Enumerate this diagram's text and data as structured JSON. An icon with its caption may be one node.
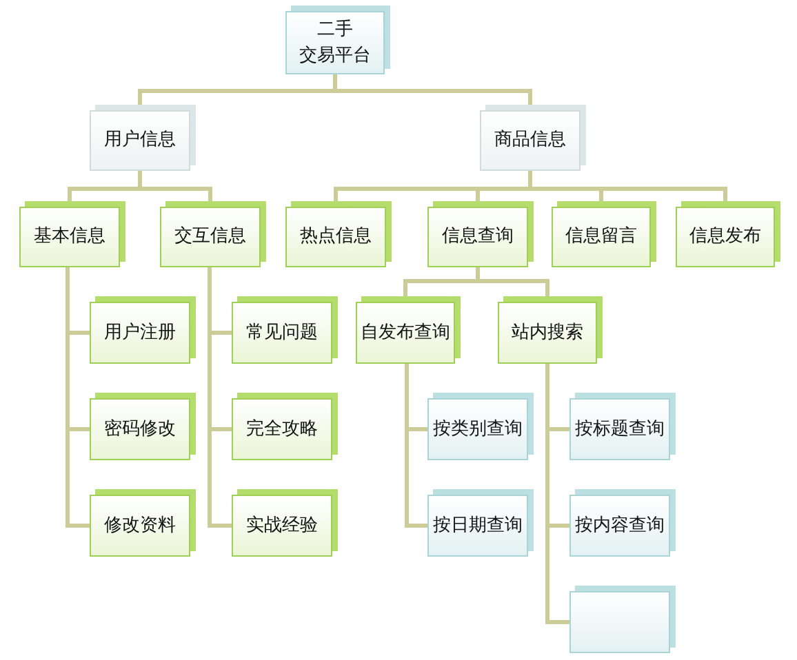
{
  "diagram": {
    "nodes": [
      {
        "text": [
          "二手",
          "交易平台"
        ]
      },
      {
        "text": [
          "用户信息"
        ]
      },
      {
        "text": [
          "商品信息"
        ]
      },
      {
        "text": [
          "基本信息"
        ]
      },
      {
        "text": [
          "交互信息"
        ]
      },
      {
        "text": [
          "热点信息"
        ]
      },
      {
        "text": [
          "信息查询"
        ]
      },
      {
        "text": [
          "信息留言"
        ]
      },
      {
        "text": [
          "信息发布"
        ]
      },
      {
        "text": [
          "用户注册"
        ]
      },
      {
        "text": [
          "密码修改"
        ]
      },
      {
        "text": [
          "修改资料"
        ]
      },
      {
        "text": [
          "常见问题"
        ]
      },
      {
        "text": [
          "完全攻略"
        ]
      },
      {
        "text": [
          "实战经验"
        ]
      },
      {
        "text": [
          "自发布查询"
        ]
      },
      {
        "text": [
          "站内搜索"
        ]
      },
      {
        "text": [
          "按类别查询"
        ]
      },
      {
        "text": [
          "按日期查询"
        ]
      },
      {
        "text": [
          "按标题查询"
        ]
      },
      {
        "text": [
          "按内容查询"
        ]
      },
      {
        "text": [],
        "shape": "box"
      }
    ],
    "edges": [
      {
        "from": 0,
        "to": 1,
        "arrow": "none"
      },
      {
        "from": 0,
        "to": 2,
        "arrow": "none"
      },
      {
        "from": 1,
        "to": 3,
        "arrow": "none"
      },
      {
        "from": 1,
        "to": 4,
        "arrow": "none"
      },
      {
        "from": 2,
        "to": 5,
        "arrow": "none"
      },
      {
        "from": 2,
        "to": 6,
        "arrow": "none"
      },
      {
        "from": 2,
        "to": 7,
        "arrow": "none"
      },
      {
        "from": 2,
        "to": 8,
        "arrow": "none"
      },
      {
        "from": 3,
        "to": 9,
        "arrow": "none"
      },
      {
        "from": 3,
        "to": 10,
        "arrow": "none"
      },
      {
        "from": 3,
        "to": 11,
        "arrow": "none"
      },
      {
        "from": 4,
        "to": 12,
        "arrow": "none"
      },
      {
        "from": 4,
        "to": 13,
        "arrow": "none"
      },
      {
        "from": 4,
        "to": 14,
        "arrow": "none"
      },
      {
        "from": 6,
        "to": 15,
        "arrow": "none"
      },
      {
        "from": 6,
        "to": 16,
        "arrow": "none"
      },
      {
        "from": 15,
        "to": 17,
        "arrow": "none"
      },
      {
        "from": 15,
        "to": 18,
        "arrow": "none"
      },
      {
        "from": 16,
        "to": 19,
        "arrow": "none"
      },
      {
        "from": 16,
        "to": 20,
        "arrow": "none"
      },
      {
        "from": 16,
        "to": 21,
        "arrow": "none"
      }
    ]
  }
}
